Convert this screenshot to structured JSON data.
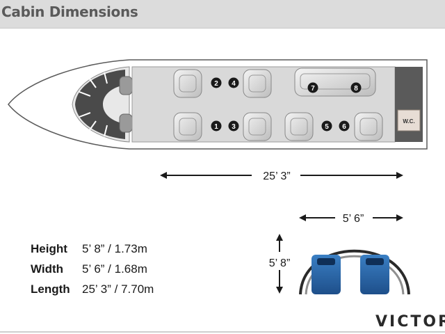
{
  "header": {
    "title": "Cabin Dimensions"
  },
  "floorplan": {
    "seat_numbers": [
      "1",
      "2",
      "3",
      "4",
      "5",
      "6",
      "7",
      "8"
    ],
    "lavatory_label": "W.C.",
    "length_label": "25’ 3”"
  },
  "cross_section": {
    "width_label": "5’ 6”",
    "height_label": "5’ 8”"
  },
  "specs": [
    {
      "label": "Height",
      "value": "5’ 8” / 1.73m"
    },
    {
      "label": "Width",
      "value": "5’ 6” / 1.68m"
    },
    {
      "label": "Length",
      "value": "25’ 3” / 7.70m"
    }
  ],
  "brand": "VICTOR",
  "colors": {
    "header_bg": "#dcdcdc",
    "seat_blue": "#2f6fb3",
    "cabin_floor": "#d9d9d9",
    "aft_section": "#5a5a5a"
  }
}
